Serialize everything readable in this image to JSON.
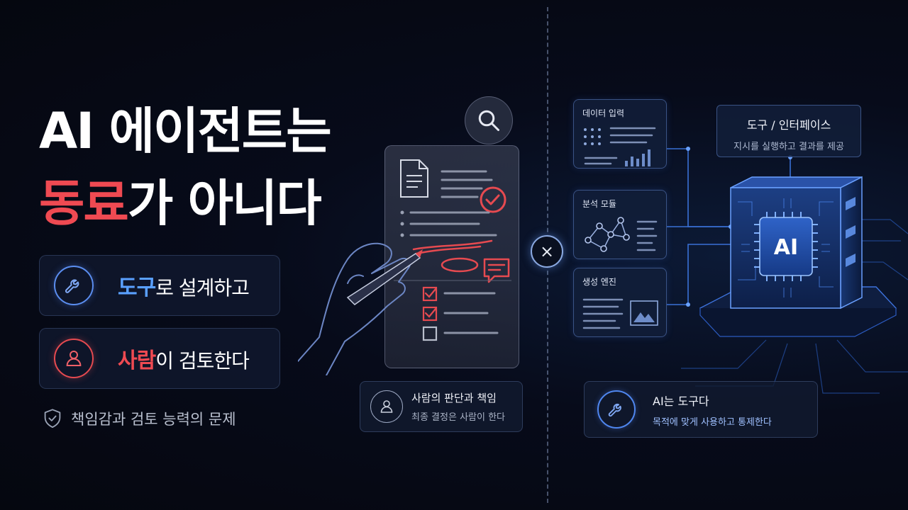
{
  "title": {
    "line1": "AI 에이전트는",
    "line2_highlight": "동료",
    "line2_rest": "가 아니다"
  },
  "cards": [
    {
      "key": "도구",
      "rest": "로 설계하고",
      "icon": "wrench-icon",
      "accent": "#5aa0ff"
    },
    {
      "key": "사람",
      "rest": "이 검토한다",
      "icon": "person-icon",
      "accent": "#ef4a52"
    }
  ],
  "footnote": {
    "icon": "shield-check-icon",
    "text": "책임감과 검토 능력의 문제"
  },
  "human_box": {
    "title": "사람의 판단과 책임",
    "subtitle": "최종 결정은 사람이 한다"
  },
  "divider": {
    "symbol": "×"
  },
  "modules": [
    {
      "label": "데이터 입력"
    },
    {
      "label": "분석 모듈"
    },
    {
      "label": "생성 엔진"
    }
  ],
  "tool_box": {
    "title": "도구 / 인터페이스",
    "subtitle": "지시를 실행하고 결과를 제공"
  },
  "ai_chip": {
    "label": "AI"
  },
  "ai_box": {
    "title": "AI는 도구다",
    "subtitle": "목적에 맞게 사용하고 통제한다"
  },
  "colors": {
    "accent_red": "#ef4a52",
    "accent_blue": "#5aa0ff",
    "background": "#05070f"
  }
}
